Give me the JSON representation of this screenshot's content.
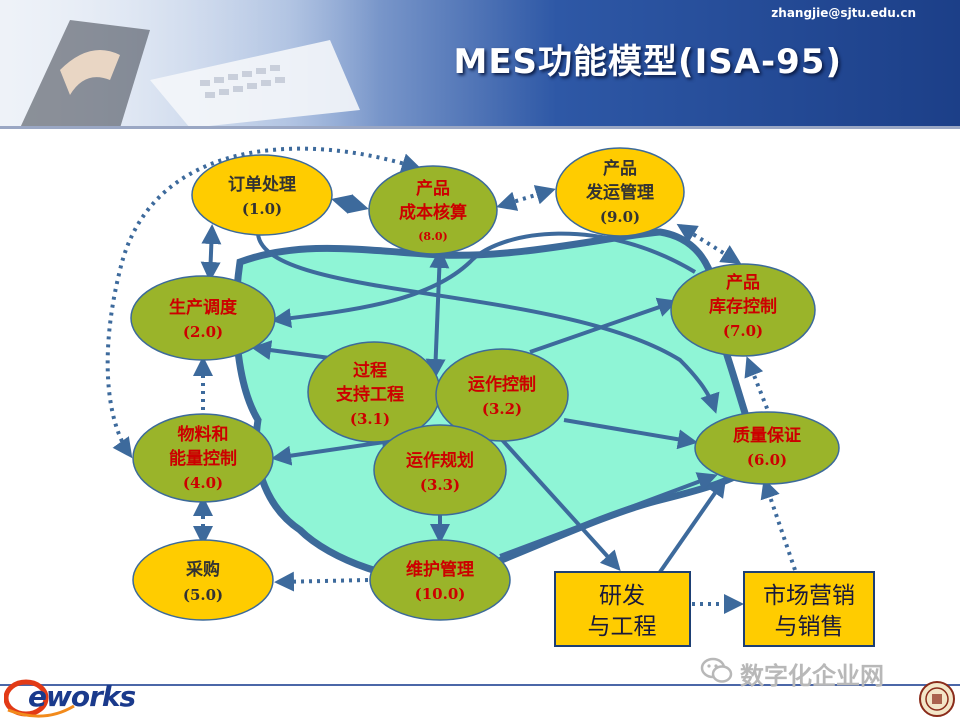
{
  "header": {
    "email": "zhangjie@sjtu.edu.cn",
    "title": "MES功能模型(ISA-95)"
  },
  "nodes": {
    "order": {
      "line1": "订单处理",
      "line2": "(1.0)"
    },
    "cost": {
      "line1": "产品",
      "line2": "成本核算",
      "line3": "(8.0)"
    },
    "shipping": {
      "line1": "产品",
      "line2": "发运管理",
      "line3": "(9.0)"
    },
    "schedule": {
      "line1": "生产调度",
      "line2": "(2.0)"
    },
    "inventory": {
      "line1": "产品",
      "line2": "库存控制",
      "line3": "(7.0)"
    },
    "process": {
      "line1": "过程",
      "line2": "支持工程",
      "line3": "(3.1)"
    },
    "opcontrol": {
      "line1": "运作控制",
      "line2": "(3.2)"
    },
    "opplan": {
      "line1": "运作规划",
      "line2": "(3.3)"
    },
    "material": {
      "line1": "物料和",
      "line2": "能量控制",
      "line3": "(4.0)"
    },
    "quality": {
      "line1": "质量保证",
      "line2": "(6.0)"
    },
    "purchase": {
      "line1": "采购",
      "line2": "(5.0)"
    },
    "maintenance": {
      "line1": "维护管理",
      "line2": "(10.0)"
    },
    "rnd": {
      "line1": "研发",
      "line2": "与工程"
    },
    "marketing": {
      "line1": "市场营销",
      "line2": "与销售"
    }
  },
  "footer": {
    "logo": "eworks",
    "watermark": "数字化企业网"
  },
  "colors": {
    "external_fill": "#ffcc00",
    "internal_fill": "#9ab42a",
    "label_red": "#cc0000",
    "arrow": "#3d6a9c",
    "region_fill": "#8ff5d6",
    "region_stroke": "#3c6a9a"
  }
}
